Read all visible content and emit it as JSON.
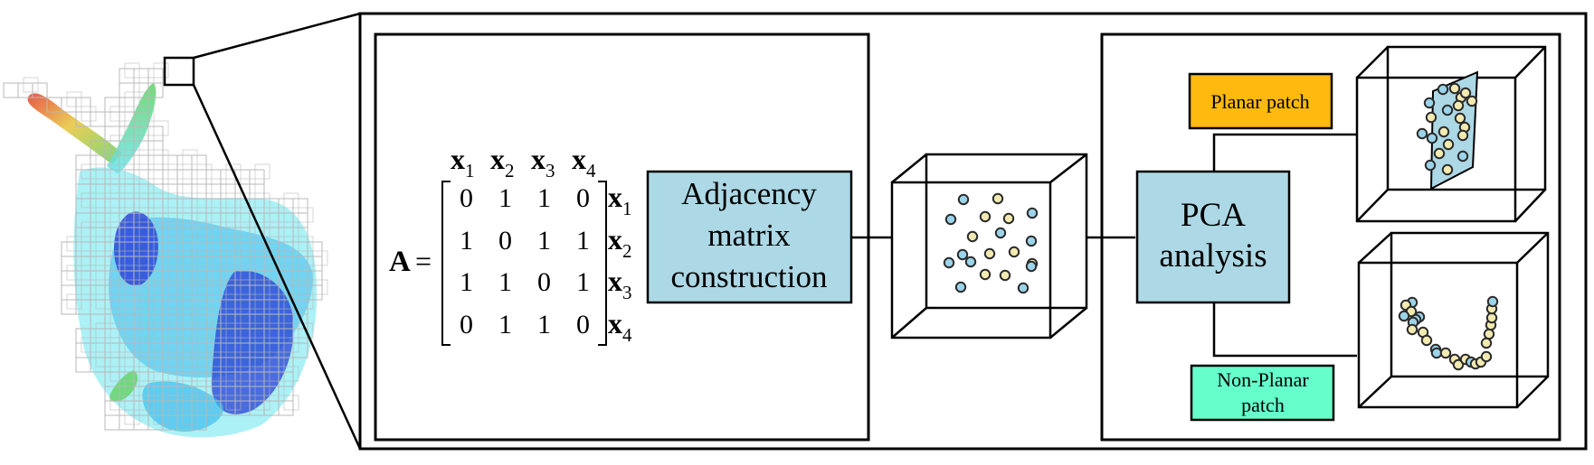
{
  "matrix": {
    "name": "A",
    "equals": "=",
    "col_headers": [
      {
        "base": "x",
        "sub": "1"
      },
      {
        "base": "x",
        "sub": "2"
      },
      {
        "base": "x",
        "sub": "3"
      },
      {
        "base": "x",
        "sub": "4"
      }
    ],
    "row_labels": [
      {
        "base": "x",
        "sub": "1"
      },
      {
        "base": "x",
        "sub": "2"
      },
      {
        "base": "x",
        "sub": "3"
      },
      {
        "base": "x",
        "sub": "4"
      }
    ],
    "rows": [
      [
        "0",
        "1",
        "1",
        "0"
      ],
      [
        "1",
        "0",
        "1",
        "1"
      ],
      [
        "1",
        "1",
        "0",
        "1"
      ],
      [
        "0",
        "1",
        "1",
        "0"
      ]
    ]
  },
  "boxes": {
    "adjacency": {
      "lines": [
        "Adjacency",
        "matrix",
        "construction"
      ],
      "fill": "#add8e6"
    },
    "pca": {
      "lines": [
        "PCA",
        "analysis"
      ],
      "fill": "#add8e6"
    },
    "planar": {
      "label": "Planar patch",
      "fill": "#ffb90f"
    },
    "nonplanar": {
      "lines": [
        "Non-Planar",
        "patch"
      ],
      "fill": "#66ffcc"
    }
  },
  "colors": {
    "point_blue": "#9bd3e8",
    "point_yellow": "#f2eab0",
    "point_stroke": "#2b2b2b",
    "plane_fill": "#add8e6",
    "voxel_grid": "#b8b8b8",
    "bunny_dark_blue": "#2a3fd6",
    "bunny_light_blue": "#3fbcef",
    "bunny_cyan": "#66e6ef",
    "bunny_green": "#5fd35f",
    "bunny_red": "#e23b2a"
  }
}
